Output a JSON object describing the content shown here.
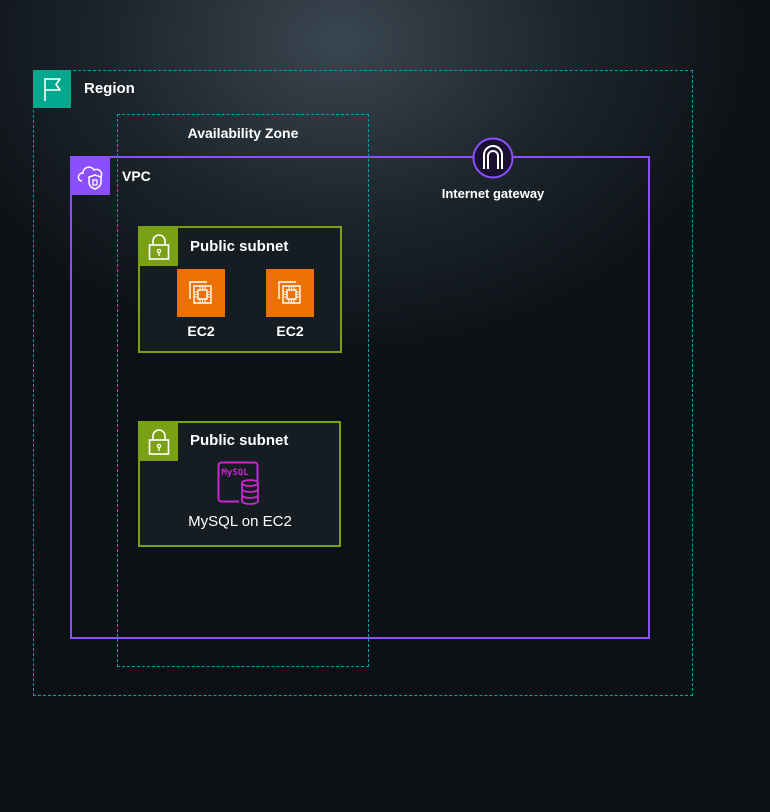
{
  "region": {
    "label": "Region",
    "color": "#00a4a6",
    "badge_color": "#01a88d",
    "icon": "flag-icon"
  },
  "availability_zone": {
    "label": "Availability Zone",
    "color": "#00a4a6"
  },
  "vpc": {
    "label": "VPC",
    "color": "#8c4fff",
    "icon": "cloud-shield-icon"
  },
  "internet_gateway": {
    "label": "Internet gateway",
    "icon": "gateway-arch-icon",
    "color": "#8c4fff"
  },
  "subnets": [
    {
      "label": "Public subnet",
      "color": "#7aa116",
      "icon": "lock-icon",
      "resources": [
        {
          "label": "EC2",
          "icon": "ec2-chip-icon",
          "color": "#ed7100"
        },
        {
          "label": "EC2",
          "icon": "ec2-chip-icon",
          "color": "#ed7100"
        }
      ]
    },
    {
      "label": "Public subnet",
      "color": "#7aa116",
      "icon": "lock-icon",
      "resources": [
        {
          "label": "MySQL on EC2",
          "icon": "mysql-database-icon",
          "icon_text": "MySQL",
          "color": "#c925d1"
        }
      ]
    }
  ]
}
